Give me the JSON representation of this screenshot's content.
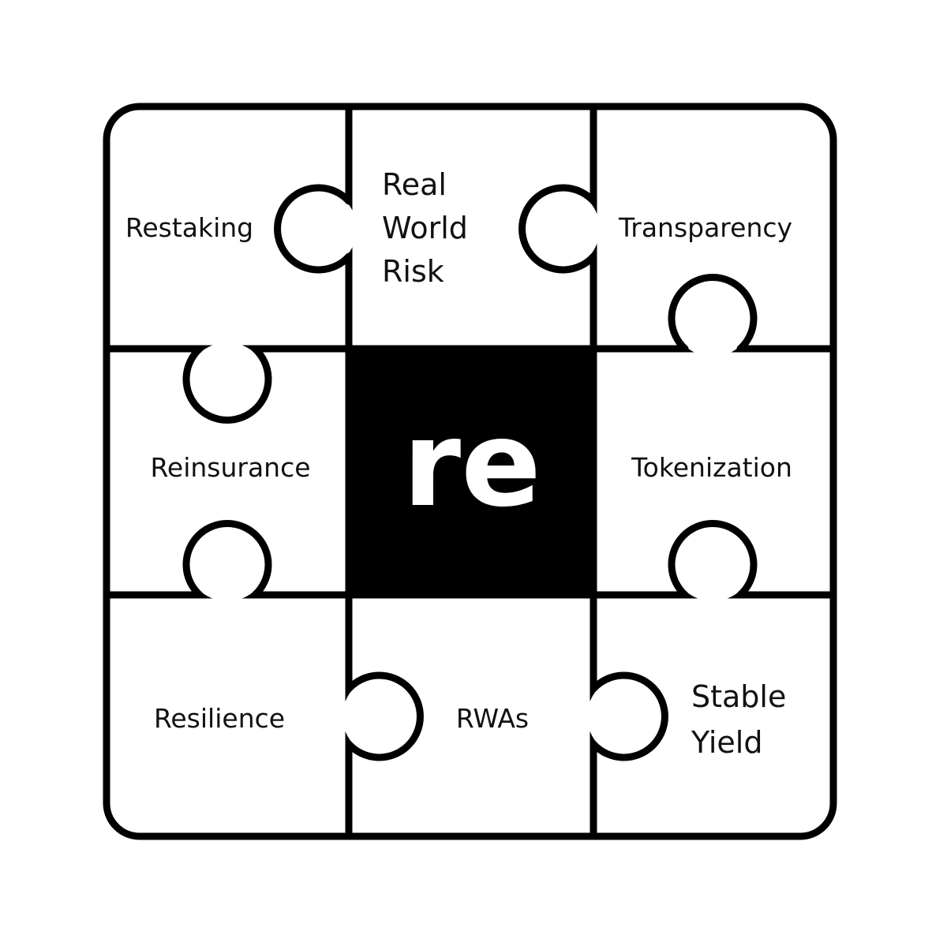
{
  "diagram": {
    "center": {
      "label": "re"
    },
    "pieces": {
      "top_left": {
        "lines": [
          "Restaking"
        ]
      },
      "top_center": {
        "lines": [
          "Real",
          "World",
          "Risk"
        ]
      },
      "top_right": {
        "lines": [
          "Transparency"
        ]
      },
      "middle_left": {
        "lines": [
          "Reinsurance"
        ]
      },
      "middle_right": {
        "lines": [
          "Tokenization"
        ]
      },
      "bottom_left": {
        "lines": [
          "Resilience"
        ]
      },
      "bottom_center": {
        "lines": [
          "RWAs"
        ]
      },
      "bottom_right": {
        "lines": [
          "Stable",
          "Yield"
        ]
      }
    },
    "colors": {
      "line": "#000000",
      "center_fill": "#000000",
      "center_text": "#ffffff",
      "background": "#ffffff"
    }
  }
}
